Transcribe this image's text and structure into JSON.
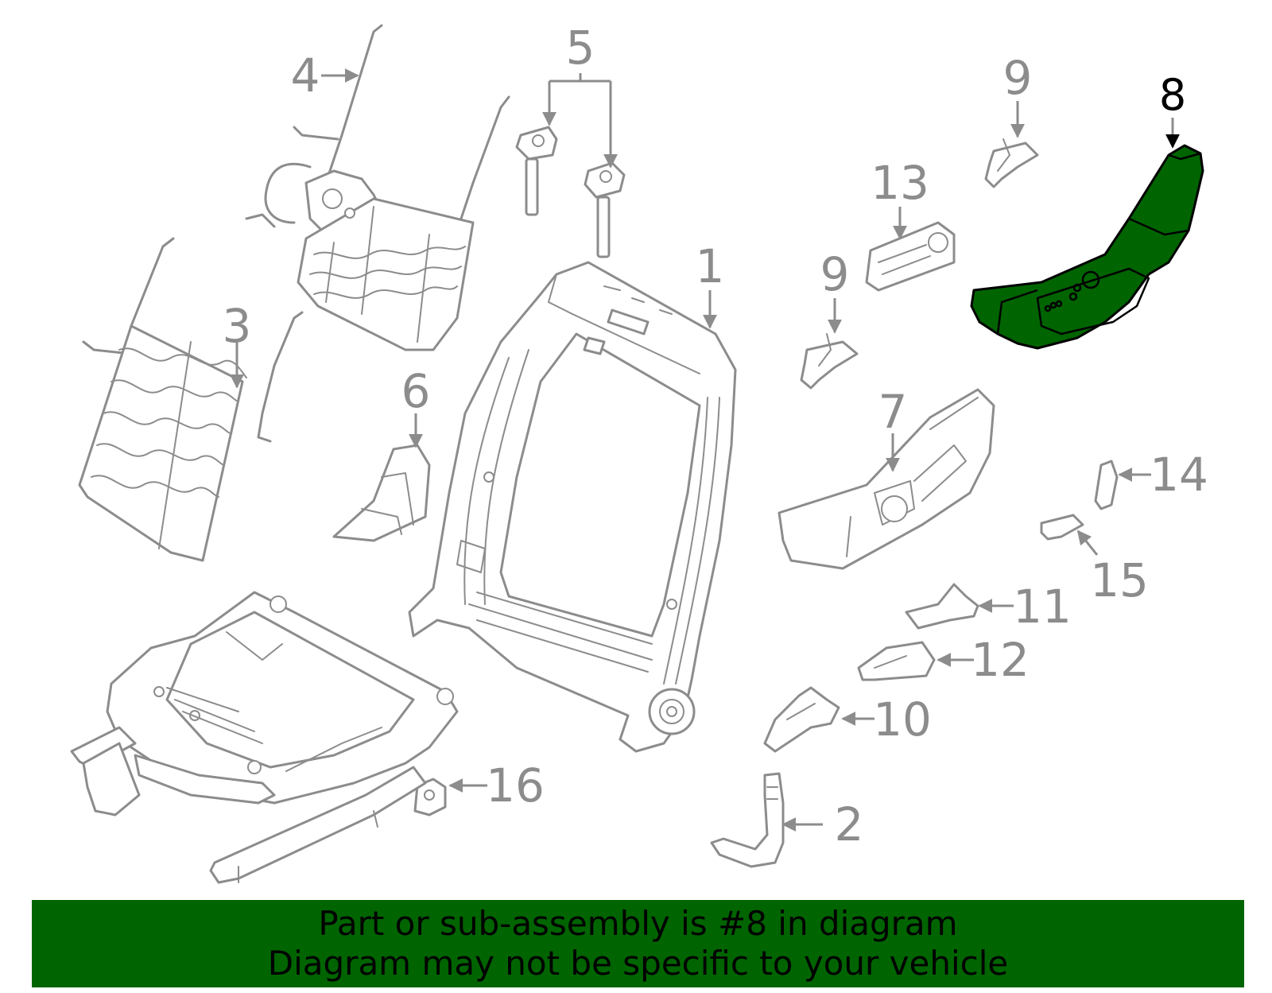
{
  "callouts": {
    "c1": "1",
    "c2": "2",
    "c3": "3",
    "c4": "4",
    "c5": "5",
    "c6": "6",
    "c7": "7",
    "c8": "8",
    "c9a": "9",
    "c9b": "9",
    "c10": "10",
    "c11": "11",
    "c12": "12",
    "c13": "13",
    "c14": "14",
    "c15": "15",
    "c16": "16"
  },
  "highlight": {
    "part_number": "8",
    "color": "#006400"
  },
  "footer": {
    "line1": "Part or sub-assembly is #8 in diagram",
    "line2": "Diagram may not be specific to your vehicle"
  }
}
